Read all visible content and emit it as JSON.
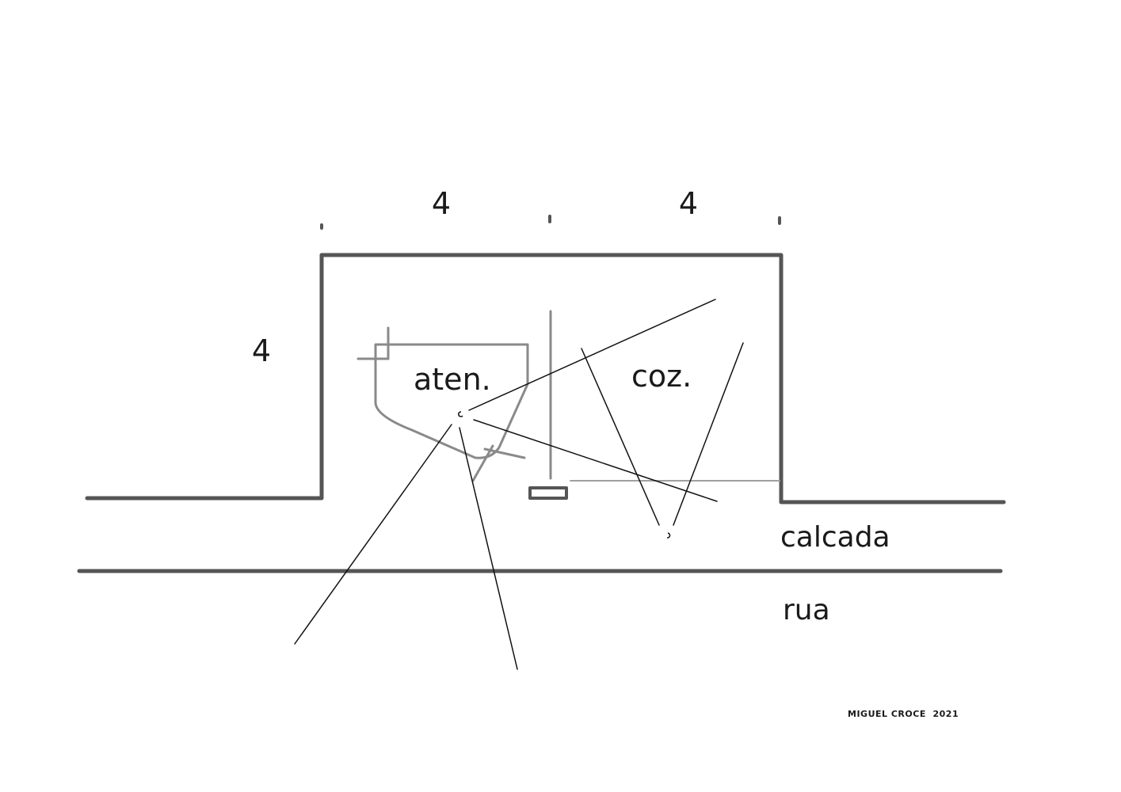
{
  "dimensions": {
    "top_left": "4",
    "top_right": "4",
    "left_side": "4"
  },
  "rooms": {
    "atendimento": "aten.",
    "cozinha": "coz."
  },
  "zones": {
    "sidewalk": "calcada",
    "street": "rua"
  },
  "signature": "MIGUEL CROCE  2021",
  "colors": {
    "wall": "#555555",
    "furniture": "#8a8a8a",
    "sightline": "#111111",
    "ink": "#1a1a1a"
  }
}
